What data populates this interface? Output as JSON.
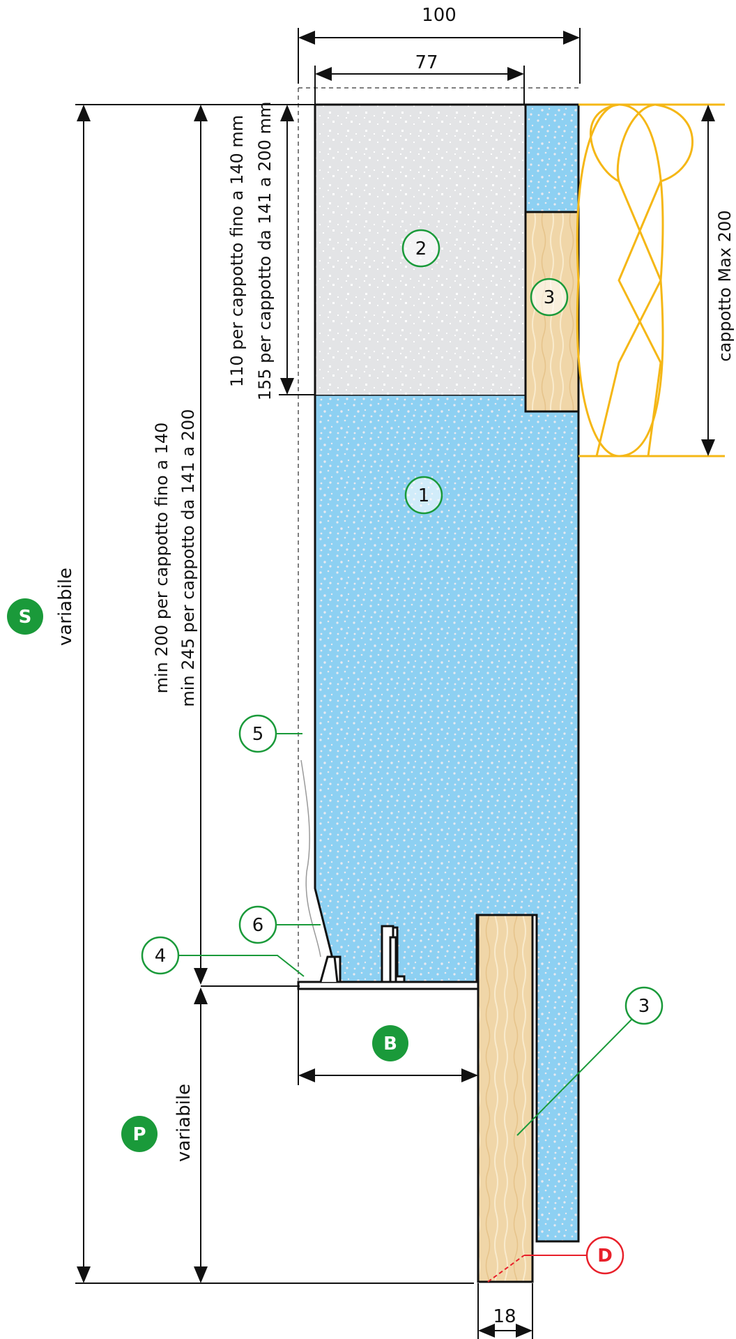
{
  "dimensions": {
    "top_total": "100",
    "top_inner": "77",
    "bottom_width": "18",
    "upper_block_line1": "110 per cappotto fino a 140 mm",
    "upper_block_line2": "155 per cappotto da 141 a 200 mm",
    "min_height_line1": "min 200 per cappotto fino a 140",
    "min_height_line2": "min 245 per cappotto da 141 a 200",
    "insulation_max": "cappotto Max 200",
    "s_label": "variabile",
    "p_label": "variabile"
  },
  "badges": {
    "s": "S",
    "p": "P",
    "b": "B",
    "d": "D"
  },
  "callouts": {
    "c1": "1",
    "c2": "2",
    "c3_top": "3",
    "c3_bottom": "3",
    "c4": "4",
    "c5": "5",
    "c6": "6"
  },
  "colors": {
    "blue": "#8dd0f2",
    "gray": "#e3e4e6",
    "wood": "#f0d6a8",
    "insulation": "#f5b716",
    "green": "#1a9a3a",
    "red": "#e8202a"
  }
}
